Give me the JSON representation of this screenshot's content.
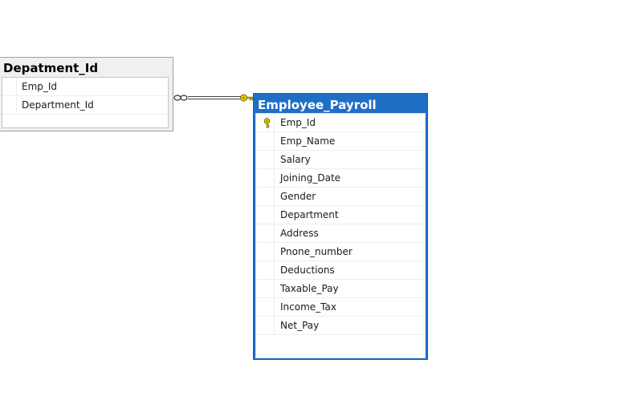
{
  "tables": {
    "department": {
      "title": "Depatment_Id",
      "columns": [
        "Emp_Id",
        "Department_Id"
      ]
    },
    "payroll": {
      "title": "Employee_Payroll",
      "primary_key_column": "Emp_Id",
      "columns": [
        "Emp_Id",
        "Emp_Name",
        "Salary",
        "Joining_Date",
        "Gender",
        "Department",
        "Address",
        "Pnone_number",
        "Deductions",
        "Taxable_Pay",
        "Income_Tax",
        "Net_Pay"
      ]
    }
  },
  "relationship": {
    "from_table": "Depatment_Id",
    "to_table": "Employee_Payroll",
    "from_end": "infinity-icon",
    "to_end": "key-icon"
  },
  "colors": {
    "selected_header": "#1f6fc7",
    "unselected_header": "#f0f0f0",
    "key_icon": "#e6c800",
    "connector": "#444444"
  }
}
